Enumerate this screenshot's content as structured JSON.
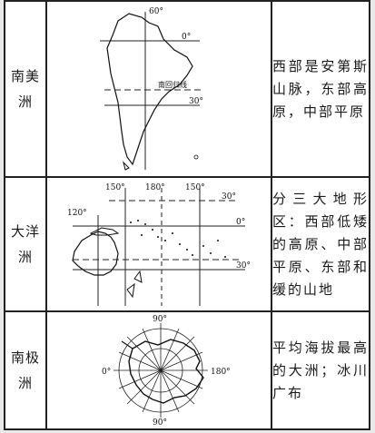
{
  "rows": [
    {
      "continent_line1": "南美",
      "continent_line2": "洲",
      "description": "西部是安第斯山脉，东部高原，中部平原",
      "map_labels": {
        "lat_60": "60°",
        "equator": "0°",
        "tropic": "南回归线",
        "lat_30": "30°"
      }
    },
    {
      "continent_line1": "大洋",
      "continent_line2": "洲",
      "description": "分三大地形区：西部低矮的高原、中部平原、东部和缓的山地",
      "map_labels": {
        "lon_150a": "150°",
        "lon_180": "180°",
        "lon_150b": "150°",
        "lat_30n": "30°",
        "lon_120": "120°",
        "equator": "0°",
        "lat_30s": "30°"
      }
    },
    {
      "continent_line1": "南极",
      "continent_line2": "洲",
      "description": "平均海拔最高的大洲；冰川广布",
      "map_labels": {
        "top": "90°",
        "left": "0°",
        "right": "180°",
        "bottom": "90°"
      }
    }
  ]
}
